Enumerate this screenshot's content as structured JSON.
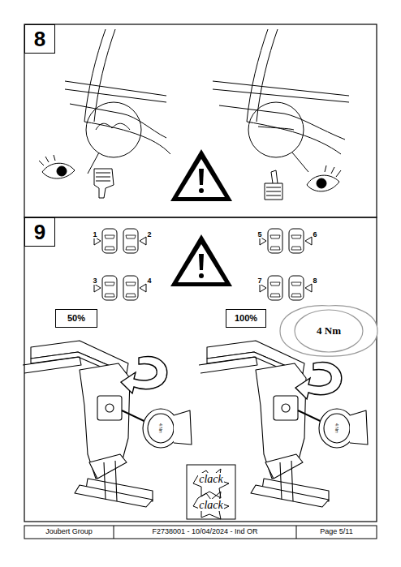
{
  "diagram": {
    "nodes": [
      {
        "text": [
          "8"
        ]
      },
      {
        "text": [
          "9"
        ]
      },
      {
        "text": [
          "50%"
        ]
      },
      {
        "text": [
          "100%"
        ]
      },
      {
        "text": [
          "clack",
          "clack"
        ]
      },
      {
        "text": [
          "Joubert Group"
        ]
      },
      {
        "text": [
          "F2738001 - 10/04/2024 - Ind OR"
        ]
      },
      {
        "text": [
          "Page 5/11"
        ]
      }
    ],
    "labels": [
      "1",
      "2",
      "3",
      "4",
      "5",
      "6",
      "7",
      "8",
      "4 Nm",
      "4 Nm",
      "4 Nm"
    ]
  }
}
